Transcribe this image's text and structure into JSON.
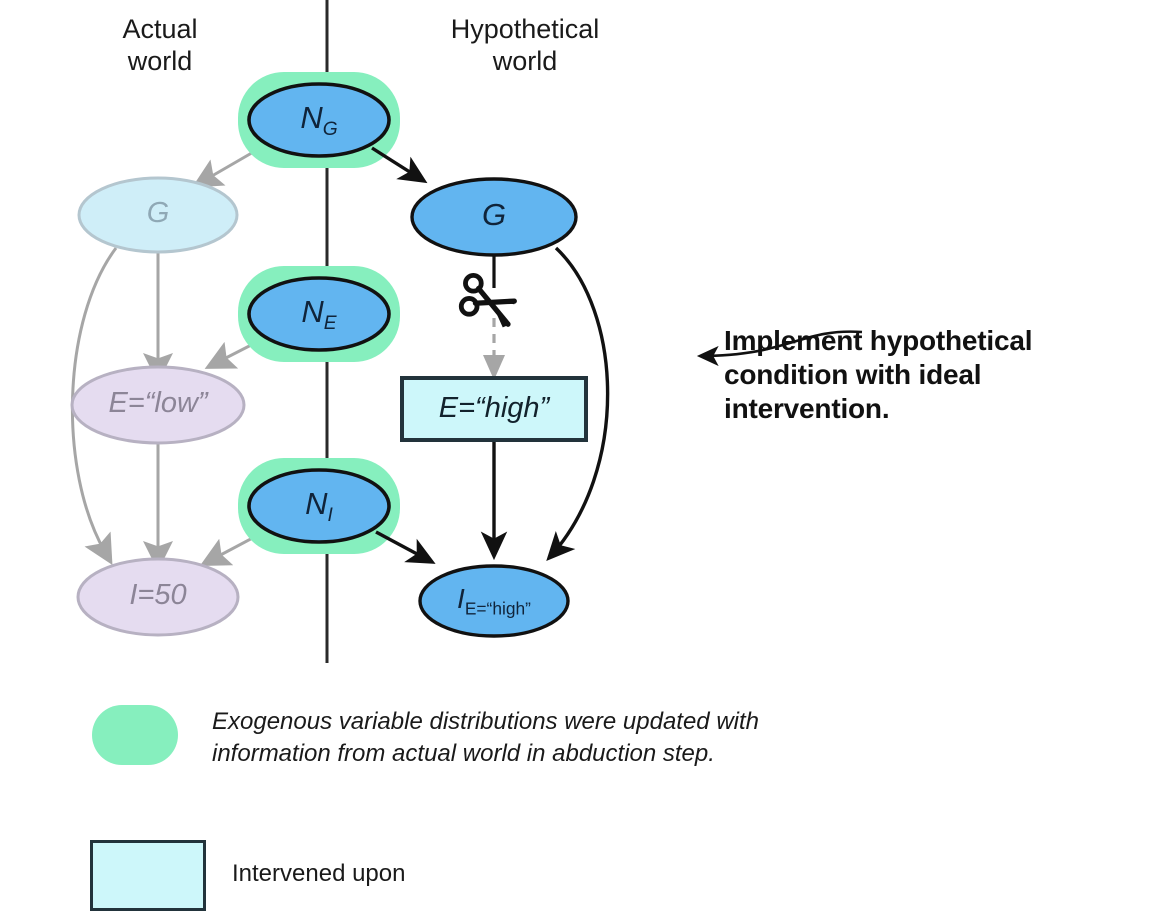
{
  "diagram": {
    "title_left": "Actual\nworld",
    "columns": {
      "left_label_line1": "Actual",
      "left_label_line2": "world",
      "right_label_line1": "Hypothetical",
      "right_label_line2": "world"
    },
    "nodes": [
      {
        "id": "N_G",
        "base": "N",
        "subscript": "G",
        "kind": "exogenous-highlighted",
        "world": "divider"
      },
      {
        "id": "N_E",
        "base": "N",
        "subscript": "E",
        "kind": "exogenous-highlighted",
        "world": "divider"
      },
      {
        "id": "N_I",
        "base": "N",
        "subscript": "I",
        "kind": "exogenous-highlighted",
        "world": "divider"
      },
      {
        "id": "G_actual",
        "base": "G",
        "subscript": "",
        "kind": "faded-blue",
        "world": "actual"
      },
      {
        "id": "E_low",
        "base": "E=“low”",
        "subscript": "",
        "kind": "faded-purple",
        "world": "actual"
      },
      {
        "id": "I_50",
        "base": "I=50",
        "subscript": "",
        "kind": "faded-purple",
        "world": "actual"
      },
      {
        "id": "G_hyp",
        "base": "G",
        "subscript": "",
        "kind": "blue",
        "world": "hypothetical"
      },
      {
        "id": "E_high",
        "base": "E=“high”",
        "subscript": "",
        "kind": "intervened-box",
        "world": "hypothetical"
      },
      {
        "id": "I_high",
        "base": "I",
        "subscript": "E=“high”",
        "kind": "blue",
        "world": "hypothetical"
      }
    ],
    "annotation": {
      "line1": "Implement hypothetical",
      "line2": "condition with ideal",
      "line3": "intervention."
    },
    "legend": [
      {
        "swatch": "green-blob",
        "line1": "Exogenous variable distributions were updated with",
        "line2": "information from actual world in abduction step."
      },
      {
        "swatch": "cyan-square",
        "line1": "Intervened upon"
      }
    ],
    "colors": {
      "node_blue": "#62B5F0",
      "node_blue_faded": "#CFEEF8",
      "node_purple_faded": "#E5DCF0",
      "halo_green": "#86EFBE",
      "intervened_cyan": "#CDF7FA",
      "stroke_dark": "#111111",
      "stroke_faded": "#9a9a9a"
    }
  }
}
